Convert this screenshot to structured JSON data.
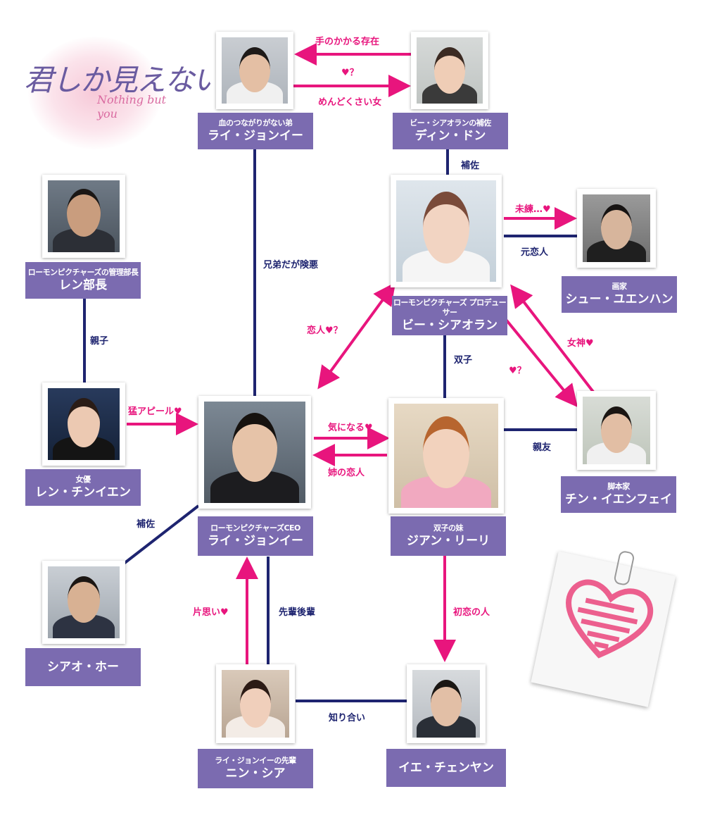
{
  "logo": {
    "title": "君しか見えない",
    "subtitle": "Nothing but you"
  },
  "characters": {
    "lai_brother": {
      "sub": "血のつながりがない弟",
      "name": "ライ・ジョンイー"
    },
    "ding_dong": {
      "sub": "ビー・シアオランの補佐",
      "name": "ディン・ドン"
    },
    "ren_buchou": {
      "sub": "ローモンピクチャーズの管理部長",
      "name": "レン部長"
    },
    "bi_xiaoran": {
      "sub": "ローモンピクチャーズ プロデューサー",
      "name": "ビー・シアオラン"
    },
    "xu_yuenhan": {
      "sub": "画家",
      "name": "シュー・ユエンハン"
    },
    "ren_qinyien": {
      "sub": "女優",
      "name": "レン・チンイエン"
    },
    "lai_ceo": {
      "sub": "ローモンピクチャーズCEO",
      "name": "ライ・ジョンイー"
    },
    "jiang_lili": {
      "sub": "双子の妹",
      "name": "ジアン・リーリ"
    },
    "qin_yienfei": {
      "sub": "脚本家",
      "name": "チン・イエンフェイ"
    },
    "xiao_he": {
      "sub": "",
      "name": "シアオ・ホー"
    },
    "ning_xia": {
      "sub": "ライ・ジョンイーの先輩",
      "name": "ニン・シア"
    },
    "ye_chenyan": {
      "sub": "",
      "name": "イエ・チェンヤン"
    }
  },
  "relations": {
    "troublesome": "手のかかる存在",
    "heart_q_top": "♥？",
    "annoying_woman": "めんどくさい女",
    "assistant_top": "補佐",
    "lingering": "未練…♥",
    "ex_lover": "元恋人",
    "brothers_bad": "兄弟だが険悪",
    "parent_child": "親子",
    "lover_q": "恋人♥？",
    "twins": "双子",
    "heart_q_mid": "♥？",
    "goddess": "女神♥",
    "strong_appeal": "猛アピール♥",
    "interested": "気になる♥",
    "sisters_lover": "姉の恋人",
    "best_friend": "親友",
    "assistant_left": "補佐",
    "one_sided": "片思い♥",
    "senior_junior": "先輩後輩",
    "first_love": "初恋の人",
    "acquaintance": "知り合い"
  },
  "colors": {
    "pink": "#e8157d",
    "navy": "#1e2470",
    "label": "#7b6bb0"
  }
}
